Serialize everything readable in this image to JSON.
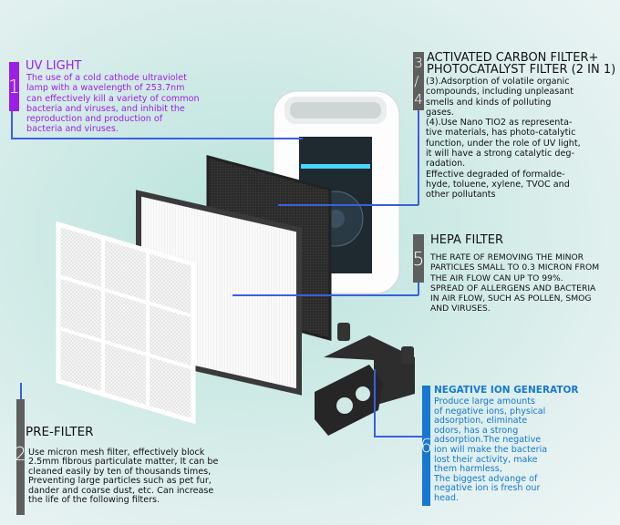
{
  "colors": {
    "uv": "#9b1fe8",
    "gray": "#5f5f5f",
    "blue": "#1877d2",
    "line": "#3a5fe0"
  },
  "uv": {
    "number": "1",
    "title": "UV LIGHT",
    "body": "The use of a cold cathode ultraviolet\nlamp with a wavelength of 253.7nm\ncan effectively kill a variety of common\nbacteria and viruses, and inhibit the\nreproduction and production of\nbacteria and viruses."
  },
  "carbon": {
    "number": "3\n/\n4",
    "title_line1": "ACTIVATED CARBON FILTER+",
    "title_line2": "PHOTOCATALYST FILTER (2 IN 1)",
    "body": "(3).Adsorption of volatile organic\ncompounds, including unpleasant\nsmells and kinds of polluting\ngases.\n(4).Use Nano TIO2 as representa-\ntive materials, has photo-catalytic\nfunction, under the role of UV light,\nit will have a strong catalytic deg-\nradation.\nEffective degraded of formalde-\nhyde, toluene, xylene, TVOC and\nother pollutants"
  },
  "hepa": {
    "number": "5",
    "title": "HEPA FILTER",
    "body": "THE RATE OF REMOVING THE MINOR\nPARTICLES SMALL TO 0.3 MICRON FROM\nTHE AIR FLOW CAN UP TO 99%.\nSPREAD OF ALLERGENS AND BACTERIA\nIN AIR FLOW, SUCH AS POLLEN, SMOG\nAND VIRUSES."
  },
  "prefilter": {
    "number": "2",
    "title": "PRE-FILTER",
    "body": "Use micron mesh filter, effectively block\n2.5mm fibrous particulate matter, It can be\ncleaned easily by ten of thousands times,\nPreventing large particles such as pet fur,\ndander and coarse dust, etc. Can increase\nthe life of the following filters."
  },
  "ion": {
    "number": "6",
    "title": "NEGATIVE ION GENERATOR",
    "body": "Produce large amounts\nof negative ions, physical\nadsorption, eliminate\nodors, has a strong\nadsorption.The negative\nion will make the bacteria\nlost their activity, make\nthem harmless,\nThe biggest advange of\nnegative ion is fresh our\nhead."
  }
}
